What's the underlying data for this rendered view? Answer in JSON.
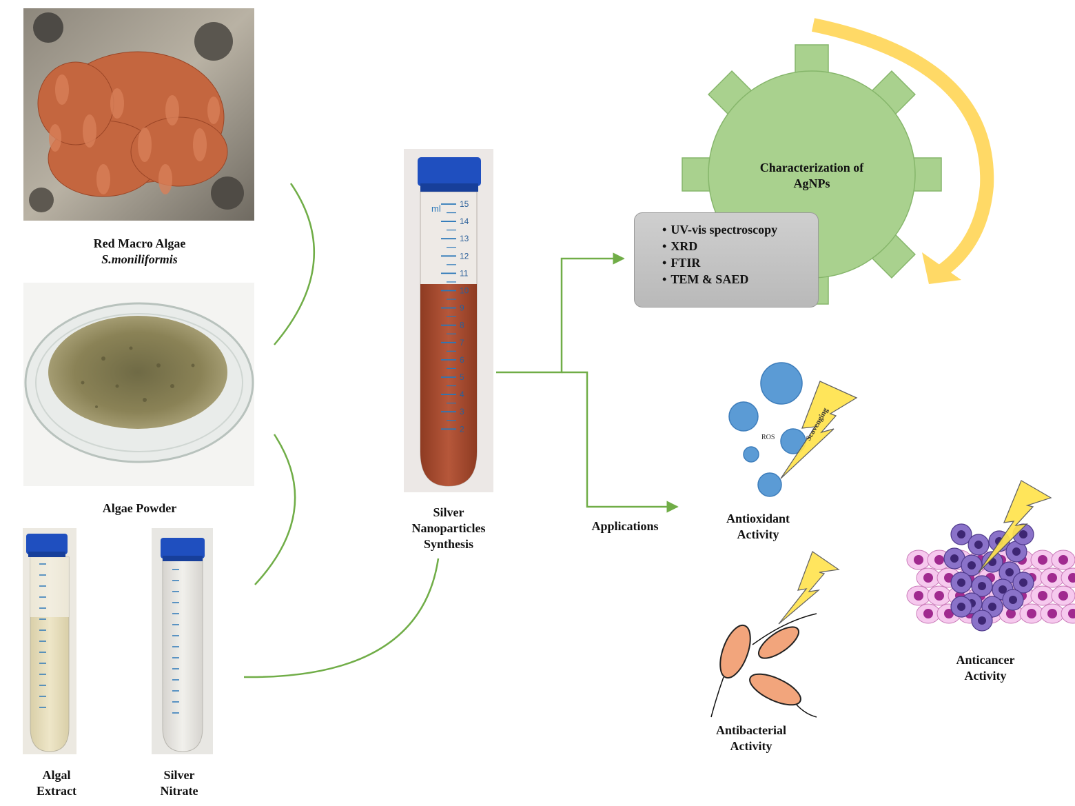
{
  "source_materials": {
    "algae_title": "Red Macro Algae",
    "algae_species": "S.moniliformis",
    "powder_label": "Algae Powder",
    "extract_label_line1": "Algal",
    "extract_label_line2": "Extract",
    "nitrate_label_line1": "Silver",
    "nitrate_label_line2": "Nitrate"
  },
  "synthesis": {
    "label_line1": "Silver",
    "label_line2": "Nanoparticles",
    "label_line3": "Synthesis"
  },
  "tube": {
    "unit": "ml",
    "marks": [
      "15",
      "14",
      "13",
      "12",
      "11",
      "10",
      "9",
      "8",
      "7",
      "6",
      "5",
      "4",
      "3",
      "2"
    ]
  },
  "characterization": {
    "title_line1": "Characterization of",
    "title_line2": "AgNPs",
    "methods": [
      "UV-vis spectroscopy",
      "XRD",
      "FTIR",
      "TEM & SAED"
    ]
  },
  "applications": {
    "label": "Applications",
    "ros_label": "ROS",
    "scavenging_label": "Scavenging",
    "antioxidant_line1": "Antioxidant",
    "antioxidant_line2": "Activity",
    "antibacterial_line1": "Antibacterial",
    "antibacterial_line2": "Activity",
    "anticancer_line1": "Anticancer",
    "anticancer_line2": "Activity"
  },
  "colors": {
    "arrow_green": "#70ad47",
    "gear_green": "#a9d18e",
    "cycle_arrow": "#ffd966",
    "ros_blue": "#5b9bd5",
    "bolt_yellow": "#ffe34d",
    "tube_cap_blue": "#1f4fbf",
    "brown_solution": "#a44a2e"
  }
}
